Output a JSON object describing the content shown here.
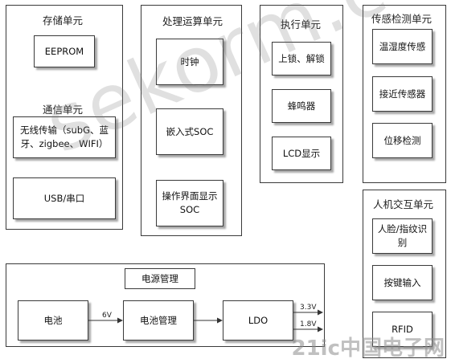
{
  "storage": {
    "title": "存储单元",
    "eeprom": "EEPROM"
  },
  "comm": {
    "title": "通信单元",
    "wireless_line1": "无线传输（subG、蓝",
    "wireless_line2": "牙、zigbee、WIFI）",
    "usb": "USB/串口"
  },
  "processing": {
    "title": "处理运算单元",
    "clock": "时钟",
    "embedded_soc": "嵌入式SOC",
    "ui_soc_line1": "操作界面显示",
    "ui_soc_line2": "SOC"
  },
  "execution": {
    "title": "执行单元",
    "lock": "上锁、解锁",
    "buzzer": "蜂鸣器",
    "lcd": "LCD显示"
  },
  "sensing": {
    "title": "传感检测单元",
    "temp_humidity": "温湿度传感",
    "proximity": "接近传感器",
    "displacement": "位移检测"
  },
  "hmi": {
    "title": "人机交互单元",
    "face_line1": "人脸/指纹识",
    "face_line2": "别",
    "keypad": "按键输入",
    "rfid": "RFID"
  },
  "power": {
    "title": "电源管理",
    "battery": "电池",
    "voltage_6v": "6V",
    "power_mgmt": "电池管理",
    "ldo": "LDO",
    "out_3v3": "3.3V",
    "out_1v8": "1.8V"
  },
  "watermark": {
    "text": "sekorm.com",
    "logo": "21ic中国电子网"
  }
}
